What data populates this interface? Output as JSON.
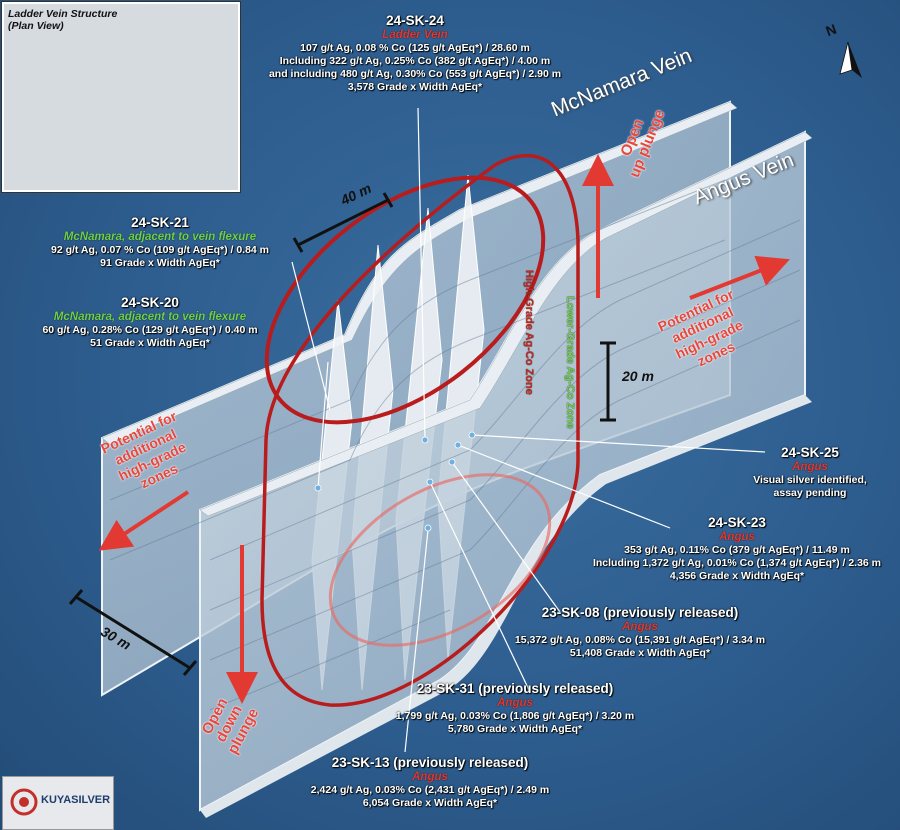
{
  "inset": {
    "title_line1": "Ladder Vein Structure",
    "title_line2": "(Plan View)"
  },
  "veins": {
    "mcnamara": "McNamara Vein",
    "angus": "Angus Vein"
  },
  "zones": {
    "high_grade": "High-Grade Ag-Co Zone",
    "lower_grade": "Lower-Grade Ag-Co Zone"
  },
  "dimensions": {
    "d40": "40 m",
    "d20": "20 m",
    "d30": "30 m"
  },
  "arrows": {
    "open_up": [
      "Open",
      "up plunge"
    ],
    "open_down": [
      "Open",
      "down",
      "plunge"
    ],
    "potential_right": [
      "Potential for",
      "additional",
      "high-grade",
      "zones"
    ],
    "potential_left": [
      "Potential for",
      "additional",
      "high-grade",
      "zones"
    ]
  },
  "holes": {
    "sk24": {
      "id": "24-SK-24",
      "vein": "Ladder Vein",
      "lines": [
        "107 g/t Ag, 0.08 % Co (125 g/t AgEq*) / 28.60 m",
        "Including 322 g/t Ag, 0.25% Co (382 g/t AgEq*) / 4.00 m",
        "and including 480 g/t Ag, 0.30% Co (553 g/t AgEq*) / 2.90 m",
        "3,578 Grade x Width AgEq*"
      ]
    },
    "sk21": {
      "id": "24-SK-21",
      "vein": "McNamara, adjacent to vein flexure",
      "lines": [
        "92 g/t Ag, 0.07 % Co (109 g/t AgEq*) / 0.84 m",
        "91 Grade x Width AgEq*"
      ]
    },
    "sk20": {
      "id": "24-SK-20",
      "vein": "McNamara, adjacent to vein flexure",
      "lines": [
        "60 g/t Ag, 0.28% Co (129 g/t AgEq*) / 0.40 m",
        "51 Grade x Width AgEq*"
      ]
    },
    "sk25": {
      "id": "24-SK-25",
      "vein": "Angus",
      "lines": [
        "Visual silver identified,",
        "assay pending"
      ]
    },
    "sk23": {
      "id": "24-SK-23",
      "vein": "Angus",
      "lines": [
        "353 g/t Ag, 0.11% Co (379 g/t AgEq*) / 11.49 m",
        "Including 1,372 g/t Ag, 0.01% Co (1,374 g/t AgEq*) / 2.36 m",
        "4,356 Grade x Width AgEq*"
      ]
    },
    "sk08": {
      "id": "23-SK-08 (previously released)",
      "vein": "Angus",
      "lines": [
        "15,372 g/t Ag, 0.08% Co (15,391 g/t AgEq*) / 3.34 m",
        "51,408 Grade x Width AgEq*"
      ]
    },
    "sk31": {
      "id": "23-SK-31 (previously released)",
      "vein": "Angus",
      "lines": [
        "1,799 g/t Ag, 0.03% Co (1,806 g/t AgEq*) / 3.20 m",
        "5,780 Grade x Width AgEq*"
      ]
    },
    "sk13": {
      "id": "23-SK-13 (previously released)",
      "vein": "Angus",
      "lines": [
        "2,424 g/t Ag, 0.03% Co (2,431 g/t AgEq*) / 2.49 m",
        "6,054 Grade x Width AgEq*"
      ]
    }
  },
  "north": "N",
  "logo": {
    "name": "KUYASILVER"
  },
  "colors": {
    "background": "#2d5d8e",
    "red": "#e23a32",
    "green": "#6fd14a",
    "plane": "#b9c9d6"
  }
}
